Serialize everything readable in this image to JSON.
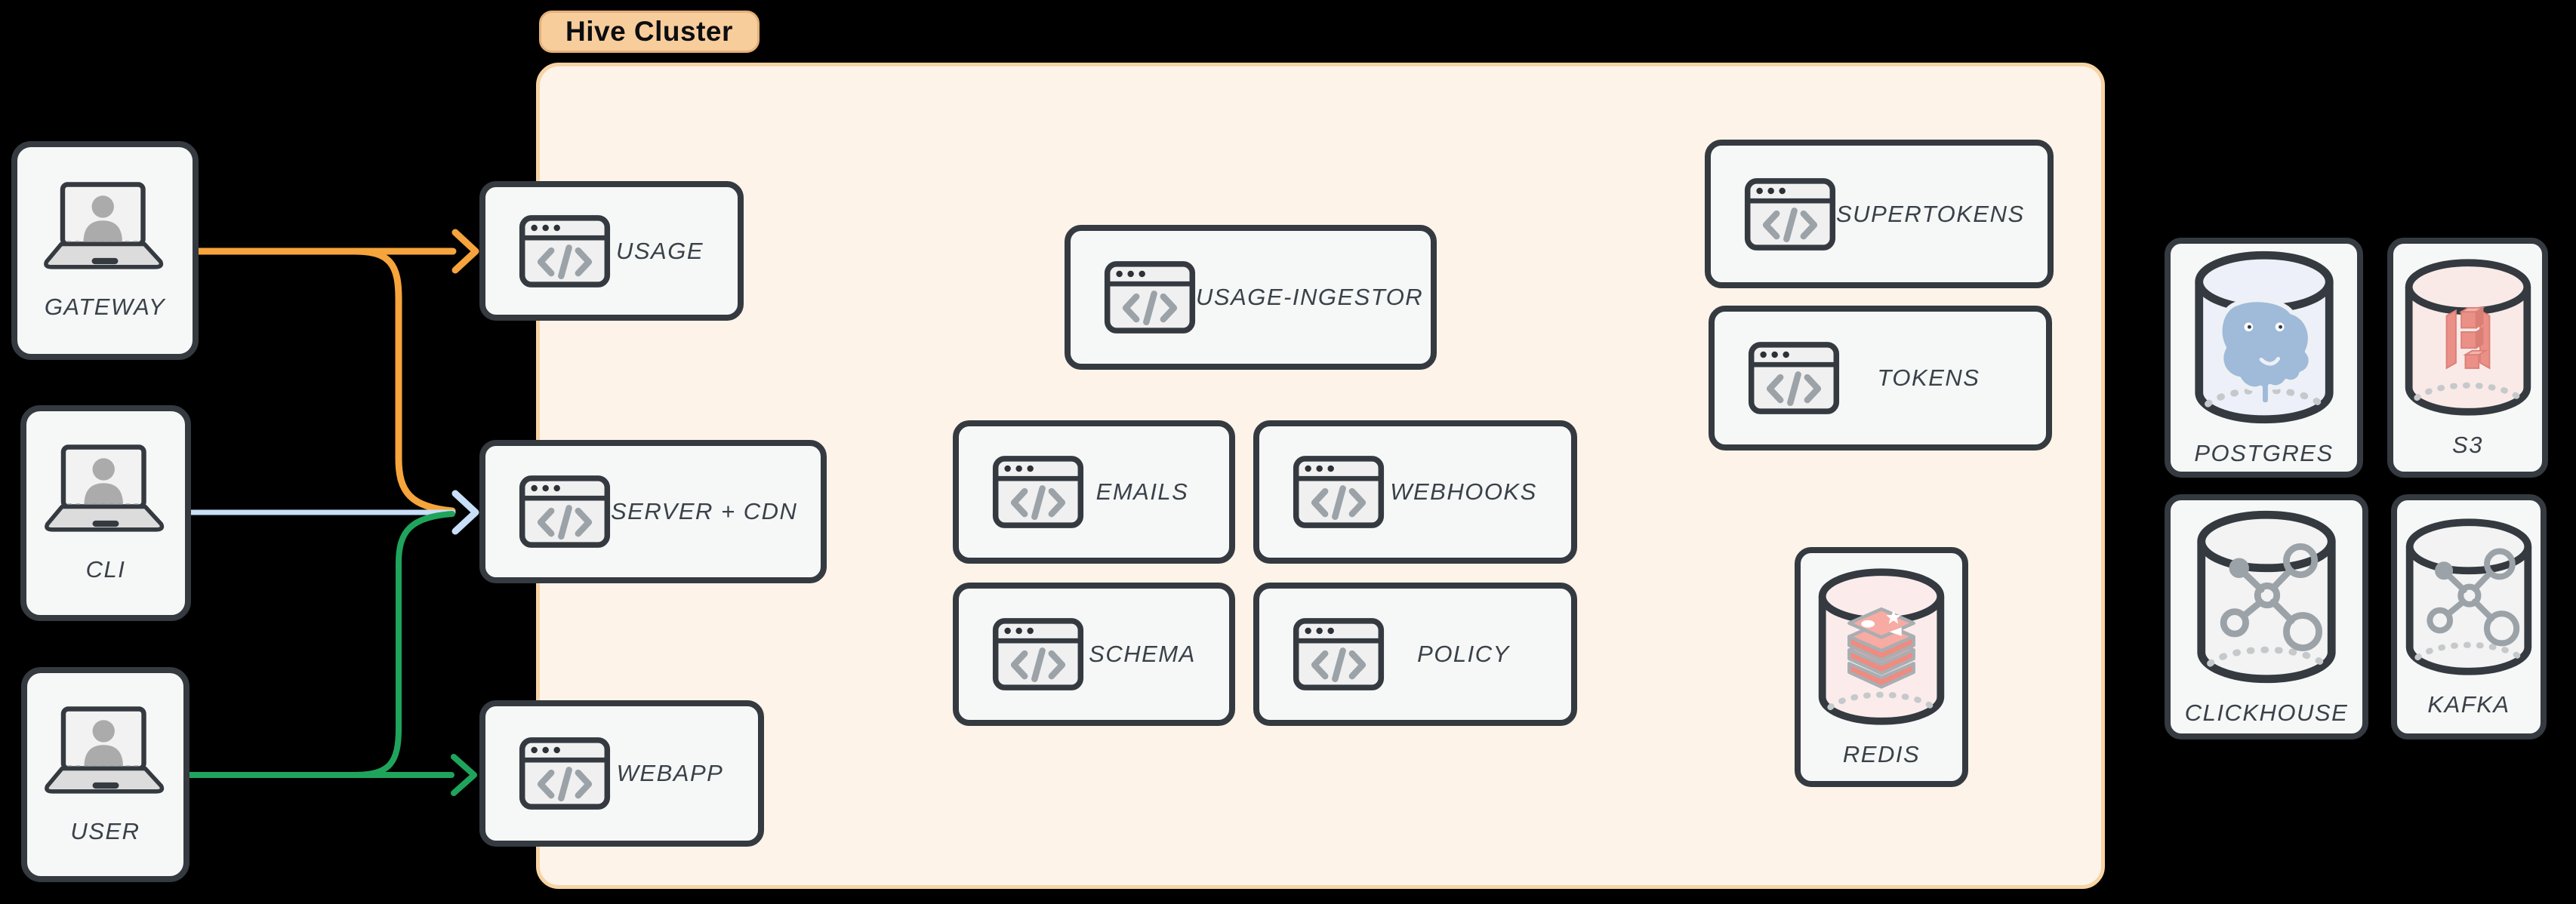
{
  "badge": {
    "label": "Hive Cluster"
  },
  "clients": [
    {
      "id": "gateway",
      "label": "GATEWAY"
    },
    {
      "id": "cli",
      "label": "CLI"
    },
    {
      "id": "user",
      "label": "USER"
    }
  ],
  "services": {
    "usage": {
      "label": "USAGE"
    },
    "server_cdn": {
      "label": "SERVER + CDN"
    },
    "webapp": {
      "label": "WEBAPP"
    },
    "usage_ingestor": {
      "label": "USAGE-INGESTOR"
    },
    "emails": {
      "label": "EMAILS"
    },
    "webhooks": {
      "label": "WEBHOOKS"
    },
    "schema": {
      "label": "SCHEMA"
    },
    "policy": {
      "label": "POLICY"
    },
    "supertokens": {
      "label": "SUPERTOKENS"
    },
    "tokens": {
      "label": "TOKENS"
    }
  },
  "datastores": {
    "redis": {
      "label": "REDIS",
      "location": "inside-cluster"
    },
    "postgres": {
      "label": "POSTGRES",
      "location": "external"
    },
    "s3": {
      "label": "S3",
      "location": "external"
    },
    "clickhouse": {
      "label": "CLICKHOUSE",
      "location": "external"
    },
    "kafka": {
      "label": "KAFKA",
      "location": "external"
    }
  },
  "arrows": [
    {
      "from": "gateway",
      "to": "usage",
      "color": "orange"
    },
    {
      "from": "gateway",
      "to": "server_cdn",
      "color": "orange"
    },
    {
      "from": "cli",
      "to": "server_cdn",
      "color": "blue"
    },
    {
      "from": "user",
      "to": "server_cdn",
      "color": "green"
    },
    {
      "from": "user",
      "to": "webapp",
      "color": "green"
    }
  ],
  "arrow_colors": {
    "orange": "#F6A43B",
    "blue": "#C8DFF8",
    "green": "#1FA45C"
  },
  "colors": {
    "background": "#000000",
    "node_fill": "#F6F8F7",
    "node_border": "#343A40",
    "label_text": "#3A4149",
    "cluster_fill": "#FDF3E9",
    "cluster_border": "#F8D3A4",
    "badge_fill": "#F8CD9C",
    "badge_border": "#E4B07A"
  },
  "icons": {
    "client": "laptop-user-icon",
    "service": "browser-code-icon",
    "datastore": "database-cylinder-icon"
  }
}
